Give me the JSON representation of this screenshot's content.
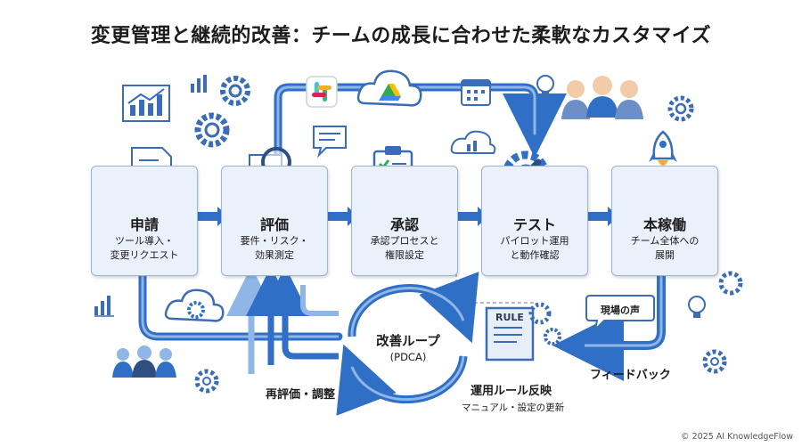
{
  "title": "変更管理と継続的改善：チームの成長に合わせた柔軟なカスタマイズ",
  "steps": [
    {
      "title": "申請",
      "line1": "ツール導入・",
      "line2": "変更リクエスト"
    },
    {
      "title": "評価",
      "line1": "要件・リスク・",
      "line2": "効果測定"
    },
    {
      "title": "承認",
      "line1": "承認プロセスと",
      "line2": "権限設定"
    },
    {
      "title": "テスト",
      "line1": "パイロット運用",
      "line2": "と動作確認"
    },
    {
      "title": "本稼働",
      "line1": "チーム全体への",
      "line2": "展開"
    }
  ],
  "loop": {
    "title": "改善ループ",
    "subtitle": "(PDCA)"
  },
  "labels": {
    "reevaluate": "再評価・調整",
    "operation_title": "運用ルール反映",
    "operation_sub": "マニュアル・設定の更新",
    "feedback": "フィードバック",
    "voice": "現場の声",
    "rules": "RULE"
  },
  "footer": {
    "copyright": "© 2025 AI KnowledgeFlow"
  },
  "colors": {
    "arrow": "#2f6fc6",
    "arrow_light": "#8fb6e6",
    "box_bg": "#eaf1fb",
    "box_border": "#9fb4cd",
    "icon": "#3a6db5"
  },
  "icons": [
    "bar-chart-icon",
    "gear-icon",
    "document-icon",
    "magnifier-chart-icon",
    "clipboard-check-icon",
    "wrench-gear-icon",
    "rocket-icon",
    "team-icon",
    "cloud-icon",
    "slack-icon",
    "google-drive-icon",
    "calendar-icon",
    "chat-icon",
    "lightbulb-icon",
    "book-icon"
  ]
}
